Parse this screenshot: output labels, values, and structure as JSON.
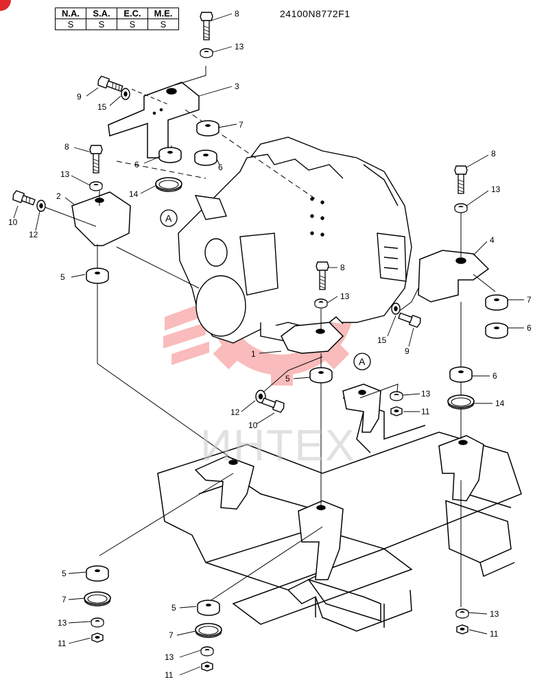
{
  "header": {
    "columns": [
      "N.A.",
      "S.A.",
      "E.C.",
      "M.E."
    ],
    "values": [
      "S",
      "S",
      "S",
      "S"
    ],
    "drawing_code": "24100N8772F1"
  },
  "watermark": {
    "text": "ИНТЕХ",
    "color": "#f26a6a"
  },
  "callouts": {
    "c1": "1",
    "c2": "2",
    "c3": "3",
    "c4": "4",
    "c5a": "5",
    "c5b": "5",
    "c5c": "5",
    "c5d": "5",
    "c6a": "6",
    "c6b": "6",
    "c6c": "6",
    "c6d": "6",
    "c7a": "7",
    "c7b": "7",
    "c7c": "7",
    "c7d": "7",
    "c8a": "8",
    "c8b": "8",
    "c8c": "8",
    "c8d": "8",
    "c9a": "9",
    "c9b": "9",
    "c10a": "10",
    "c10b": "10",
    "c11a": "11",
    "c11b": "11",
    "c11c": "11",
    "c11d": "11",
    "c12a": "12",
    "c12b": "12",
    "c13a": "13",
    "c13b": "13",
    "c13c": "13",
    "c13d": "13",
    "c13e": "13",
    "c13f": "13",
    "c13g": "13",
    "c13h": "13",
    "c14a": "14",
    "c14b": "14",
    "c15a": "15",
    "c15b": "15",
    "refA1": "A",
    "refA2": "A"
  }
}
